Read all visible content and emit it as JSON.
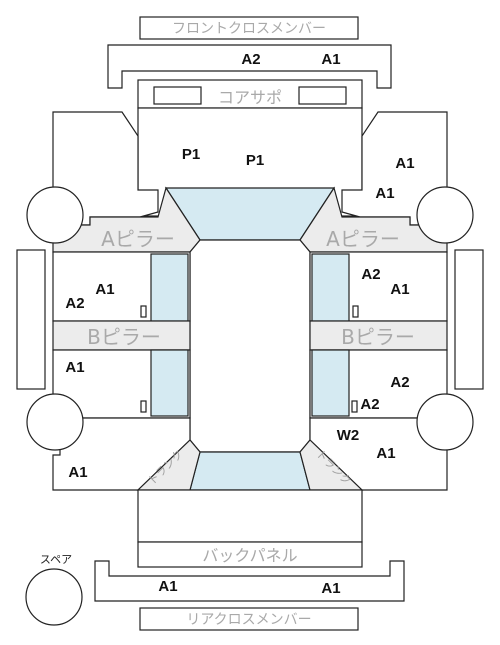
{
  "parts": {
    "front_cross_member": "フロントクロスメンバー",
    "core_support": "コアサポ",
    "a_pillar_left": "Aピラー",
    "a_pillar_right": "Aピラー",
    "b_pillar_left": "Bピラー",
    "b_pillar_right": "Bピラー",
    "back_panel": "バックパネル",
    "rear_cross_member": "リアクロスメンバー",
    "spare": "スペア",
    "trunk_left": "トランク",
    "trunk_right": "トランク"
  },
  "codes": {
    "front_member_left": "A2",
    "front_member_right": "A1",
    "core_left": "P1",
    "core_center": "P1",
    "right_fender_top": "A1",
    "right_fender_bottom": "A1",
    "left_front_door_a1": "A1",
    "left_front_door_a2": "A2",
    "right_front_door_a2": "A2",
    "right_front_door_a1": "A1",
    "left_rear_door": "A1",
    "right_rear_door_a2_top": "A2",
    "right_rear_door_a2_bottom": "A2",
    "left_quarter": "A1",
    "right_quarter_w2": "W2",
    "right_quarter_a1": "A1",
    "rear_member_left": "A1",
    "rear_member_right": "A1"
  }
}
